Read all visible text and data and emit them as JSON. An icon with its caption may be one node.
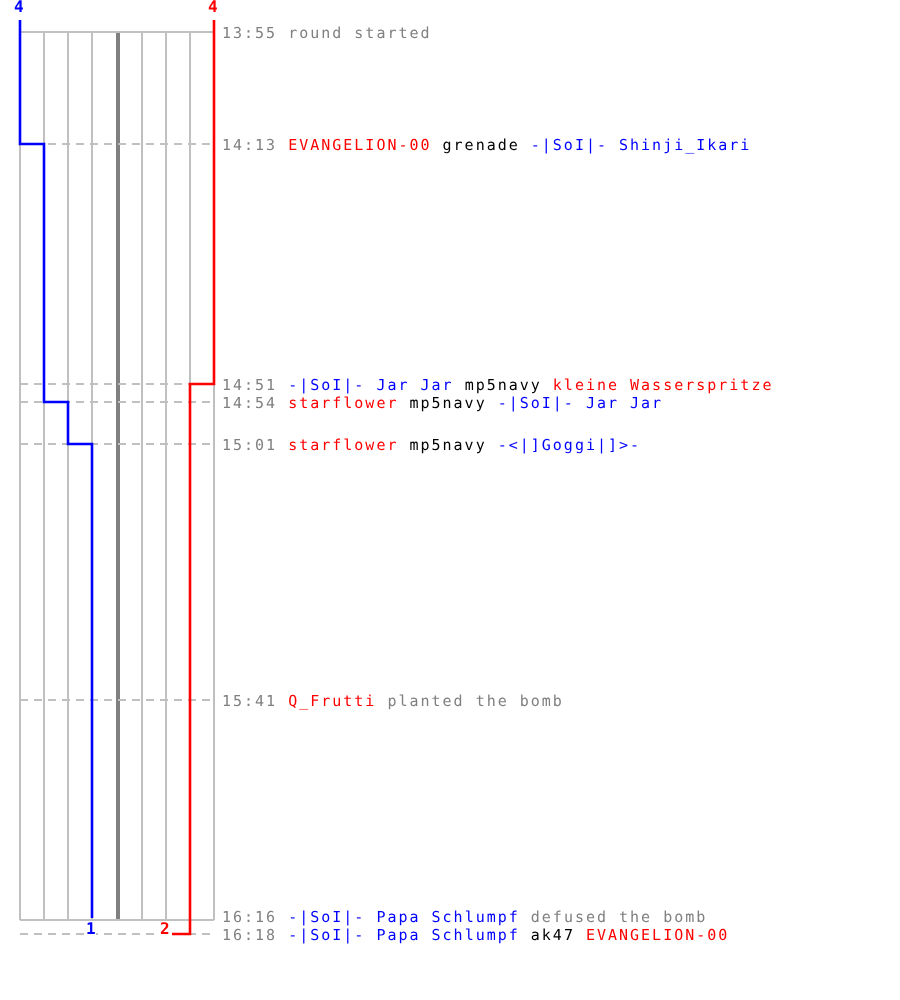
{
  "diagram": {
    "labels": [
      "4",
      "4",
      "13:55",
      "round started",
      "14:13",
      "EVANGELION-00",
      "grenade",
      "-|SoI|- Shinji_Ikari",
      "14:51",
      "-|SoI|- Jar Jar",
      "mp5navy",
      "kleine Wasserspritze",
      "14:54",
      "starflower",
      "mp5navy",
      "-|SoI|- Jar Jar",
      "15:01",
      "starflower",
      "mp5navy",
      "-<|]Goggi|]>-",
      "15:41",
      "Q_Frutti",
      "planted the bomb",
      "16:16",
      "-|SoI|- Papa Schlumpf",
      "defused the bomb",
      "1",
      "2",
      "16:18",
      "-|SoI|- Papa Schlumpf",
      "ak47",
      "EVANGELION-00"
    ]
  }
}
